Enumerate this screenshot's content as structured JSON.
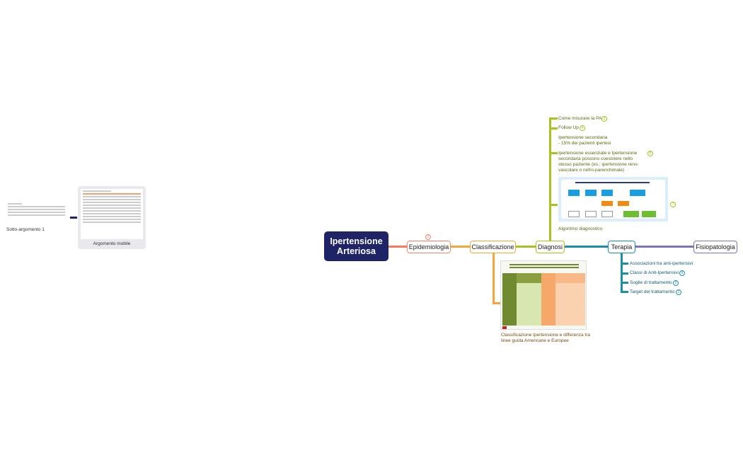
{
  "central": {
    "title": "Ipertensione Arteriosa"
  },
  "colors": {
    "central": "#1f2466",
    "epidemiologia": "#f4866a",
    "classificazione": "#f5a53a",
    "diagnosi": "#a8c320",
    "terapia": "#1a8fa8",
    "fisiopatologia": "#7d72c0"
  },
  "topics": [
    {
      "label": "Epidemiologia",
      "badge": "2"
    },
    {
      "label": "Classificazione"
    },
    {
      "label": "Diagnosi"
    },
    {
      "label": "Terapia"
    },
    {
      "label": "Fisiopatologia"
    }
  ],
  "diagnosi": {
    "items": [
      {
        "label": "Come misurare la PA",
        "badge": "3"
      },
      {
        "label": "Follow Up",
        "badge": "4"
      },
      {
        "label": "Ipertensione secondaria",
        "label2": "- 15% dei pazienti ipertesi"
      },
      {
        "label": "Ipertensione essenziale e Ipertensione secondaria possono coesistere nello stesso paziente (es.: ipertensione reno-vascolare o nefro-parenchimale)",
        "badge": "8"
      }
    ],
    "image_badge": "7",
    "image_caption": "Algoritmo diagnostico"
  },
  "classificazione": {
    "image_caption": "Classificazione Ipertensione e differenza tra linee guida Americane e Europee"
  },
  "terapia": {
    "items": [
      {
        "label": "Associazioni tra anti-ipertensivi"
      },
      {
        "label": "Classi di Anti-Ipertensivi",
        "badge": "6"
      },
      {
        "label": "Soglie di trattamento",
        "badge": "2"
      },
      {
        "label": "Target del trattamento",
        "badge": "1"
      }
    ]
  },
  "floating": {
    "subtopic": "Sotto-argomento 1",
    "floating_topic": "Argomento mobile"
  }
}
